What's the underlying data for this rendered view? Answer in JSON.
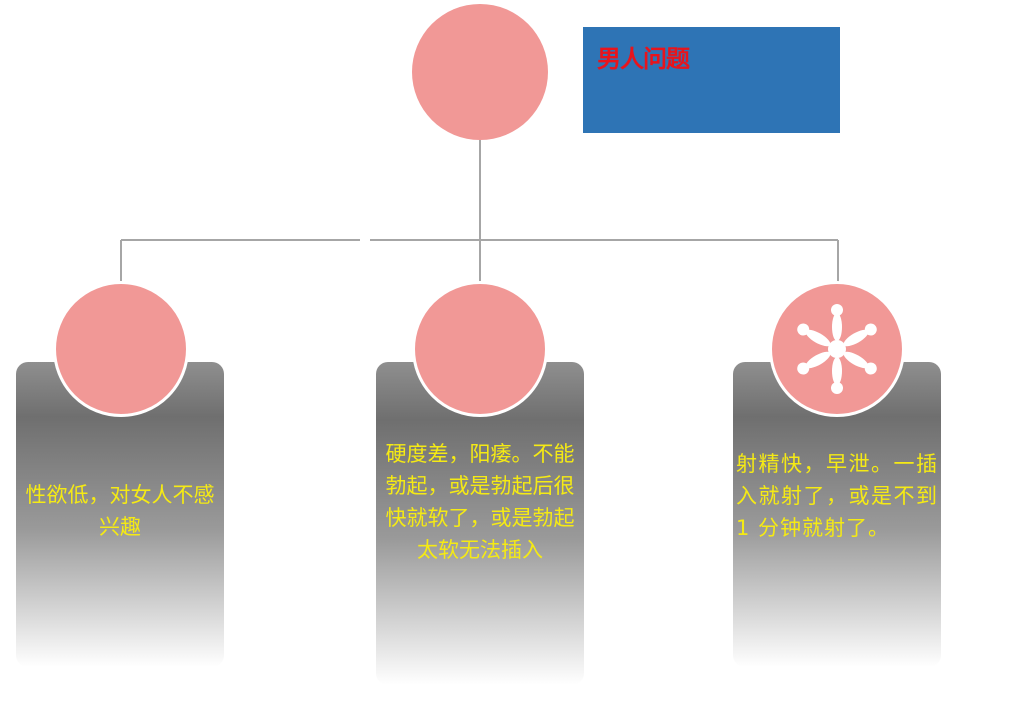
{
  "colors": {
    "circle": "#f19896",
    "title_bg": "#2e74b5",
    "title_text": "#e8141c",
    "card_text": "#f5ea14",
    "line": "#a6a6a6"
  },
  "title": "男人问题",
  "nodes": [
    {
      "text": "性欲低，对女人不感兴趣",
      "icon": ""
    },
    {
      "text": "硬度差，阳痿。不能勃起，或是勃起后很快就软了，或是勃起太软无法插入",
      "icon": ""
    },
    {
      "text": "射精快，早泄。一插入就射了，或是不到 1 分钟就射了。",
      "icon": "asterisk-icon"
    }
  ]
}
